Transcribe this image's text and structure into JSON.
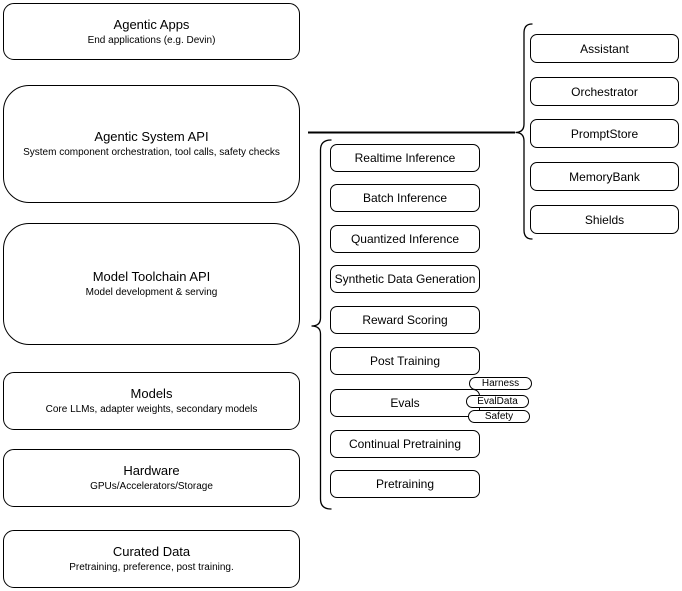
{
  "diagram": {
    "title_hint": "Agentic system layered architecture",
    "colors": {
      "stroke": "#000000",
      "fill": "#ffffff",
      "text": "#000000"
    },
    "left_stack": {
      "items": [
        {
          "title": "Agentic Apps",
          "subtitle": "End applications (e.g. Devin)"
        },
        {
          "title": "Agentic System API",
          "subtitle": "System component orchestration, tool calls, safety checks"
        },
        {
          "title": "Model Toolchain API",
          "subtitle": "Model development & serving"
        },
        {
          "title": "Models",
          "subtitle": "Core LLMs, adapter weights, secondary models"
        },
        {
          "title": "Hardware",
          "subtitle": "GPUs/Accelerators/Storage"
        },
        {
          "title": "Curated Data",
          "subtitle": "Pretraining, preference, post training."
        }
      ]
    },
    "toolchain_stack": {
      "items": [
        "Realtime Inference",
        "Batch Inference",
        "Quantized Inference",
        "Synthetic Data Generation",
        "Reward Scoring",
        "Post Training",
        "Evals",
        "Continual Pretraining",
        "Pretraining"
      ]
    },
    "evals_tags": {
      "items": [
        "Harness",
        "EvalData",
        "Safety"
      ]
    },
    "system_stack": {
      "items": [
        "Assistant",
        "Orchestrator",
        "PromptStore",
        "MemoryBank",
        "Shields"
      ]
    }
  }
}
